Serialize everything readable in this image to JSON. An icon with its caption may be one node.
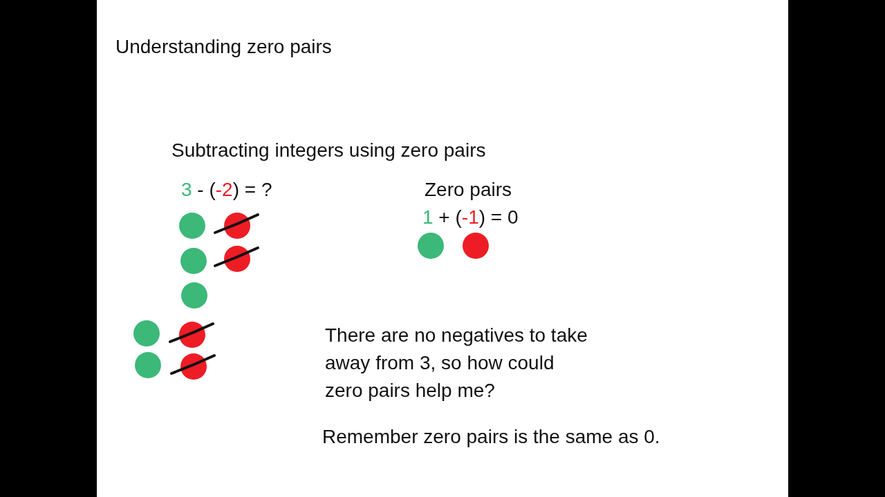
{
  "diagram": {
    "title": "Understanding zero pairs",
    "labels": [
      "Subtracting integers using zero pairs",
      "3 - (-2) = ?",
      "Zero pairs",
      "1 + (-1) = 0",
      "There are no negatives to take away from 3, so how could zero pairs help me?",
      "Remember zero pairs is the same as 0."
    ]
  }
}
